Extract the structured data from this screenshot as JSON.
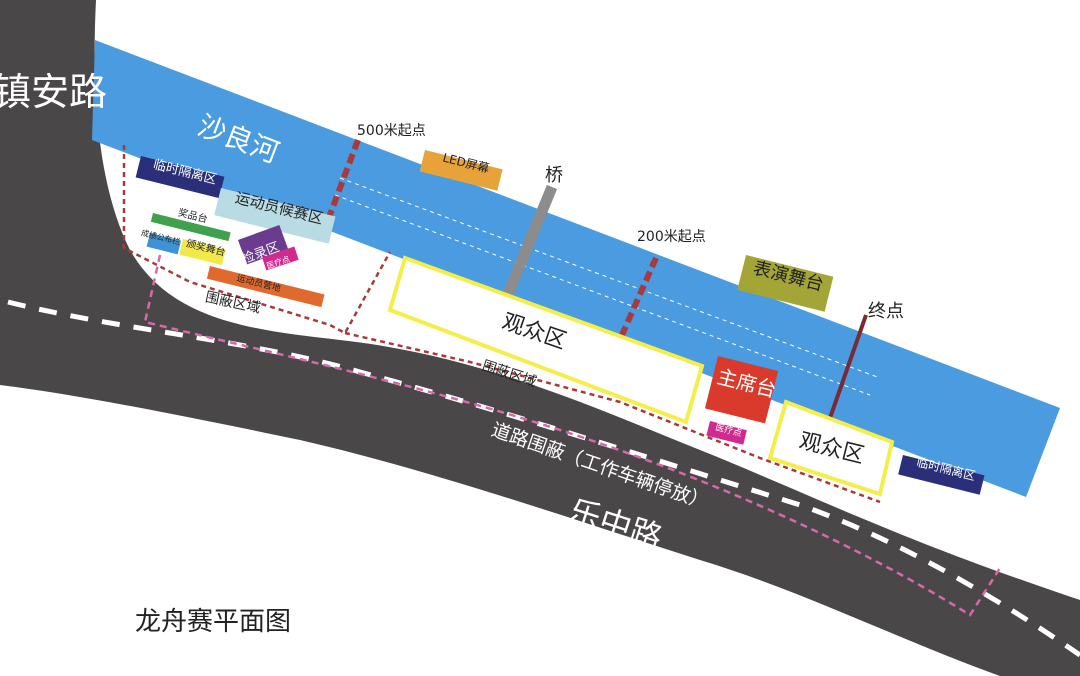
{
  "title": "龙舟赛平面图",
  "roads": {
    "vertical": "镇安路",
    "main": "乐中路",
    "road_barrier": "道路围蔽（工作车辆停放）"
  },
  "river": {
    "name": "沙良河"
  },
  "markers": {
    "start_500m": "500米起点",
    "start_200m": "200米起点",
    "finish": "终点",
    "bridge": "桥"
  },
  "zones": {
    "led_screen": "LED屏幕",
    "performance_stage": "表演舞台",
    "isolation_left": "临时隔离区",
    "isolation_right": "临时隔离区",
    "athlete_waiting": "运动员候赛区",
    "award_stand": "奖品台",
    "results_board": "成绩公布栏",
    "ceremony_stage": "颁奖舞台",
    "inspection": "检录区",
    "medical_left": "医疗点",
    "medical_right": "医疗点",
    "athlete_rest": "运动员营地",
    "enclosure_left": "围蔽区域",
    "enclosure_mid": "围蔽区域",
    "audience_main": "观众区",
    "audience_small": "观众区",
    "vip_stand": "主席台"
  },
  "colors": {
    "river": "#4a9be0",
    "road": "#4a4749",
    "stage": "#a4a537",
    "led": "#e8a23a",
    "vip": "#d93a2b",
    "isolation": "#2b2f7a",
    "waiting": "#b9dbe3",
    "award": "#3fa14b",
    "results": "#3f92d4",
    "ceremony": "#f1e94a",
    "inspection": "#6a3b8e",
    "medical": "#d12a8f",
    "rest": "#e06a2e",
    "audience_border": "#f5ee4a",
    "enclosure_line": "#a83a3d",
    "road_barrier_line": "#d769a8"
  }
}
